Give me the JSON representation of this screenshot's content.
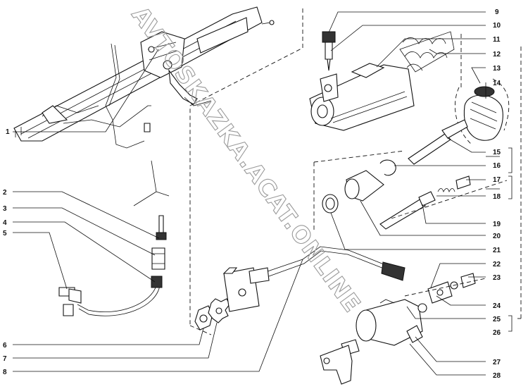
{
  "callouts": [
    "1",
    "2",
    "3",
    "4",
    "5",
    "6",
    "7",
    "8",
    "9",
    "10",
    "11",
    "12",
    "13",
    "14",
    "15",
    "16",
    "17",
    "18",
    "19",
    "20",
    "21",
    "22",
    "23",
    "24",
    "25",
    "26",
    "27",
    "28"
  ],
  "watermark": "AVTOSKAZKA.ACAT.ONLINE"
}
